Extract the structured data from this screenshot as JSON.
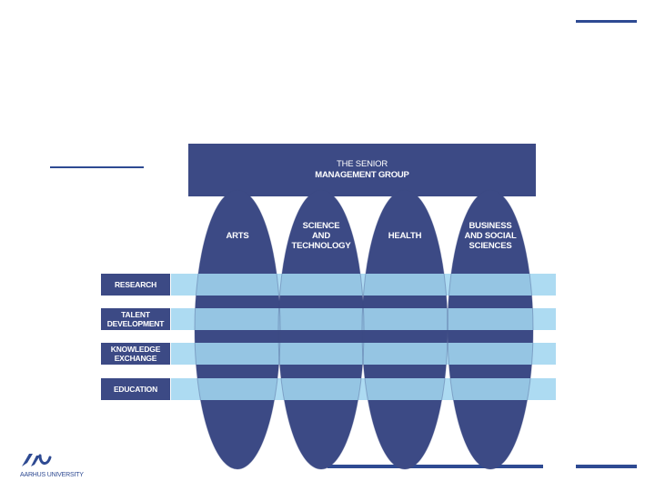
{
  "senior_group": {
    "line1": "THE SENIOR",
    "line2": "MANAGEMENT GROUP"
  },
  "faculties": [
    {
      "label": "ARTS"
    },
    {
      "label": "SCIENCE\nAND\nTECHNOLOGY"
    },
    {
      "label": "HEALTH"
    },
    {
      "label": "BUSINESS\nAND SOCIAL\nSCIENCES"
    }
  ],
  "areas": [
    {
      "label": "RESEARCH"
    },
    {
      "label": "TALENT\nDEVELOPMENT"
    },
    {
      "label": "KNOWLEDGE\nEXCHANGE"
    },
    {
      "label": "EDUCATION"
    }
  ],
  "logo": {
    "text": "AARHUS UNIVERSITY",
    "icon": "aarhus-university-logo-icon"
  },
  "colors": {
    "dark_blue": "#3c4a85",
    "light_blue": "#a2d6f0",
    "rule_blue": "#2e4a92"
  }
}
